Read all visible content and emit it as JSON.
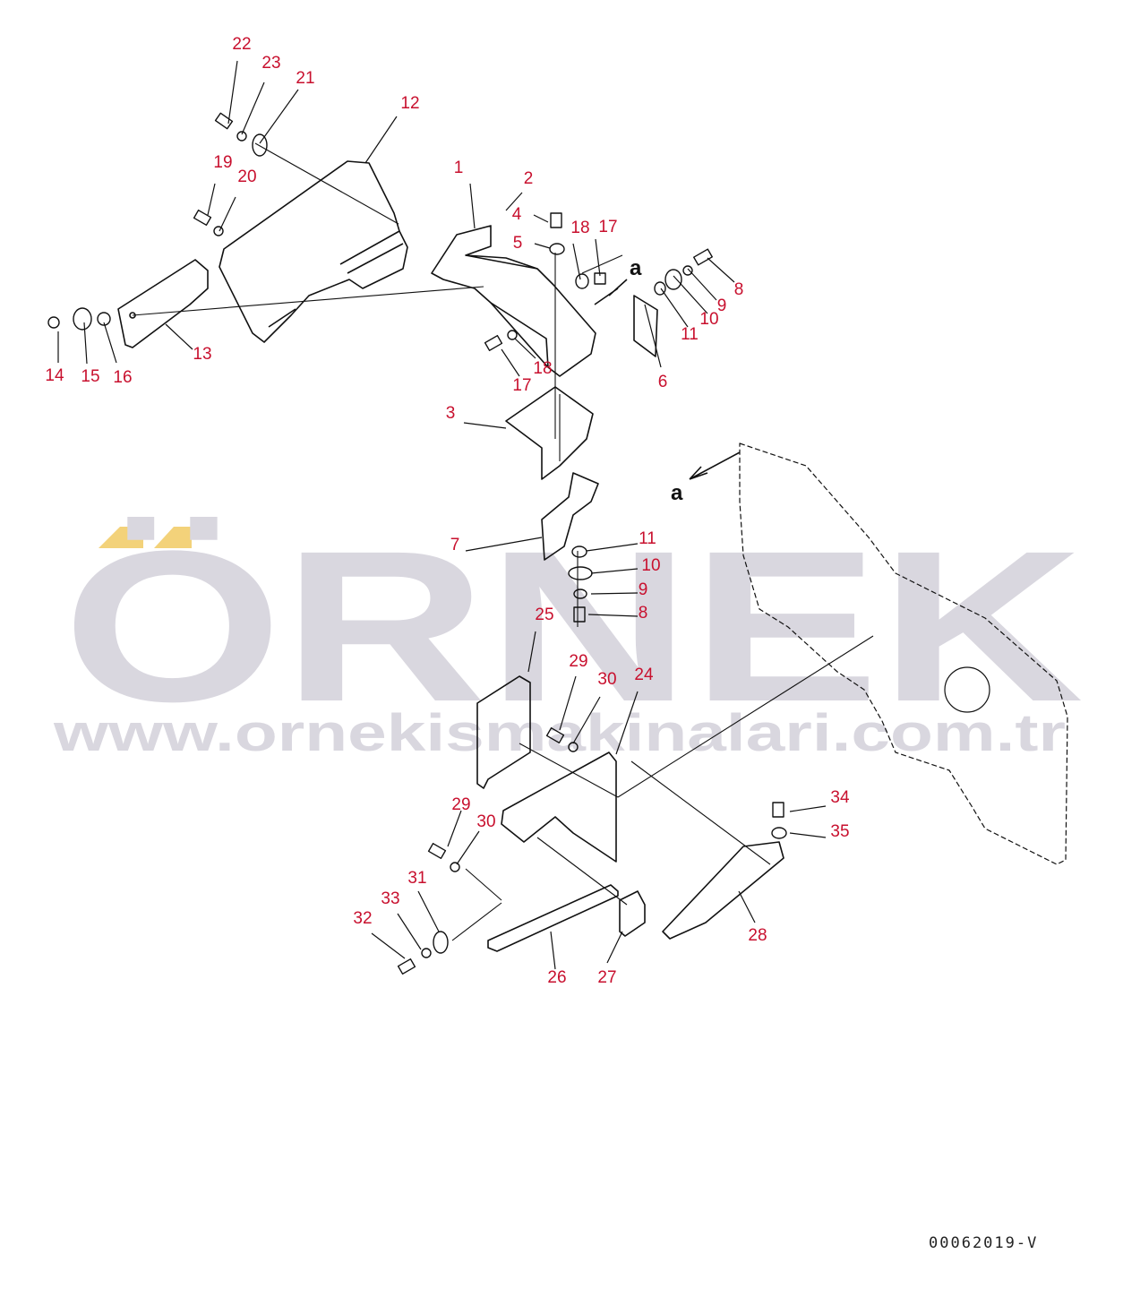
{
  "colors": {
    "line": "#111111",
    "callout": "#c8102e",
    "watermark_text": "#d9d7df",
    "watermark_accent": "#f3d27a"
  },
  "watermark": {
    "brand": "ÖRNEK",
    "url": "www.ornekismakinalari.com.tr"
  },
  "view_marker": "a",
  "drawing_code": "00062019-V",
  "callouts": [
    "1",
    "2",
    "3",
    "4",
    "5",
    "6",
    "7",
    "8",
    "9",
    "10",
    "11",
    "12",
    "13",
    "14",
    "15",
    "16",
    "17",
    "18",
    "19",
    "20",
    "21",
    "22",
    "23",
    "24",
    "25",
    "26",
    "27",
    "28",
    "29",
    "30",
    "31",
    "32",
    "33",
    "34",
    "35"
  ]
}
